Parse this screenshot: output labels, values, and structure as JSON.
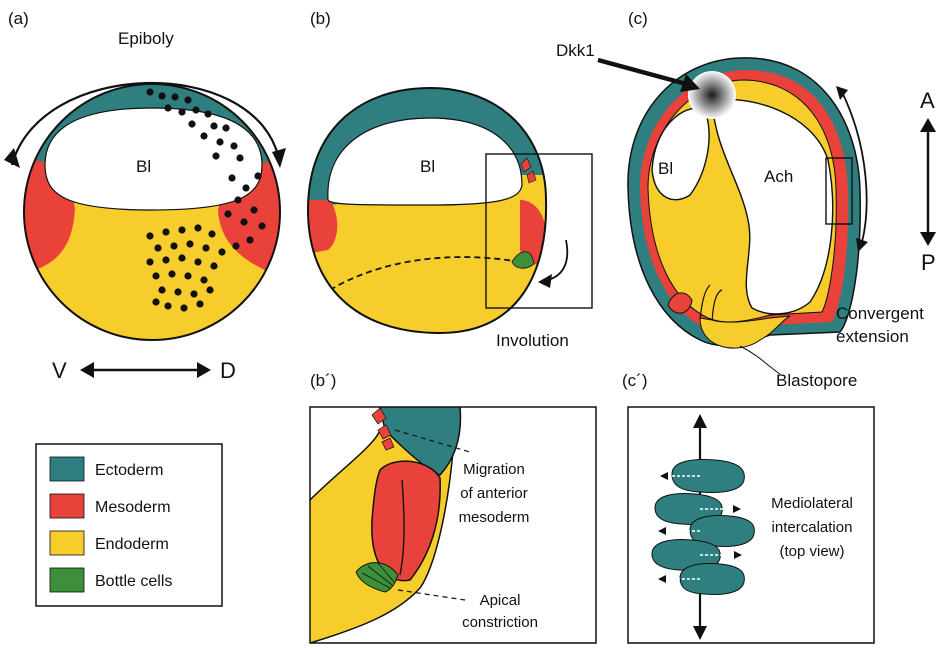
{
  "panels": {
    "a": "(a)",
    "b": "(b)",
    "c": "(c)",
    "b_prime": "(b´)",
    "c_prime": "(c´)"
  },
  "labels": {
    "epiboly": "Epiboly",
    "bl_a": "Bl",
    "bl_b": "Bl",
    "bl_c": "Bl",
    "ach": "Ach",
    "dkk1": "Dkk1",
    "involution": "Involution",
    "convergent": "Convergent",
    "extension": "extension",
    "blastopore": "Blastopore",
    "axis_v": "V",
    "axis_d": "D",
    "axis_a": "A",
    "axis_p": "P",
    "migration_1": "Migration",
    "migration_2": "of anterior",
    "migration_3": "mesoderm",
    "apical_1": "Apical",
    "apical_2": "constriction",
    "medio_1": "Mediolateral",
    "medio_2": "intercalation",
    "medio_3": "(top view)"
  },
  "legend": [
    {
      "label": "Ectoderm",
      "color": "#2f7f80"
    },
    {
      "label": "Mesoderm",
      "color": "#e8423a"
    },
    {
      "label": "Endoderm",
      "color": "#f6cd2a"
    },
    {
      "label": "Bottle cells",
      "color": "#3d8f3a"
    }
  ],
  "colors": {
    "ectoderm": "#2f7f80",
    "mesoderm": "#e8423a",
    "endoderm": "#f6cd2a",
    "bottle": "#3d8f3a",
    "outline": "#1a1a1a"
  }
}
